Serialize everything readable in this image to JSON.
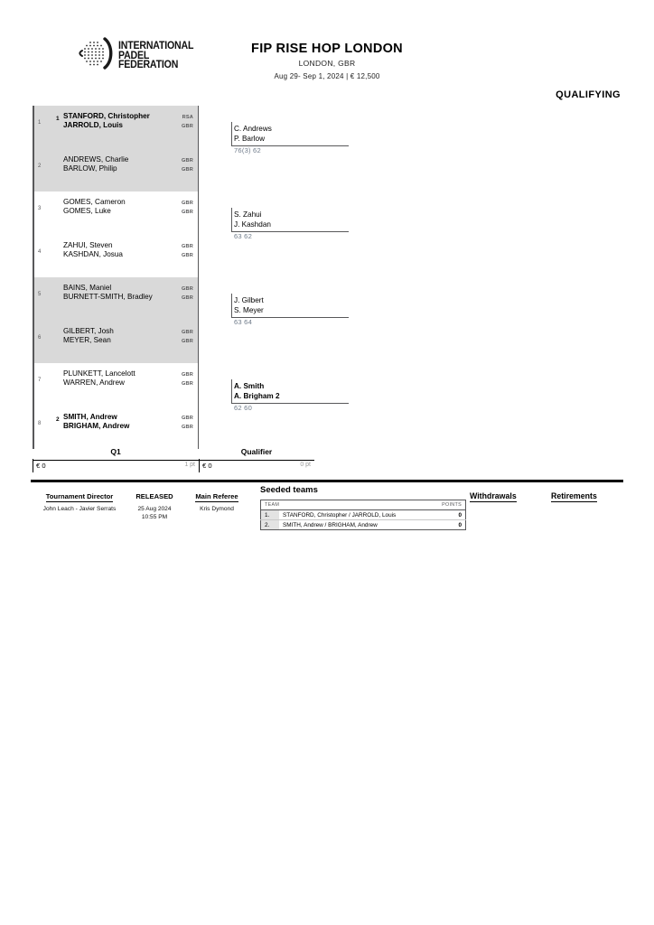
{
  "header": {
    "logo_line1": "INTERNATIONAL",
    "logo_line2": "PADEL",
    "logo_line3": "FEDERATION",
    "title": "FIP RISE HOP LONDON",
    "location": "LONDON, GBR",
    "dates_prize": "Aug 29- Sep 1, 2024  |  € 12,500",
    "section_label": "QUALIFYING"
  },
  "draw": {
    "blocks": [
      {
        "shaded": true,
        "top": {
          "num": "1",
          "seed": "1",
          "bold": true,
          "player1": "STANFORD, Christopher",
          "player2": "JARROLD, Louis",
          "country1": "RSA",
          "country2": "GBR"
        },
        "bottom": {
          "num": "2",
          "seed": "",
          "bold": false,
          "player1": "ANDREWS, Charlie",
          "player2": "BARLOW, Philip",
          "country1": "GBR",
          "country2": "GBR"
        },
        "winner": {
          "bold": false,
          "line1": "C. Andrews",
          "line2": "P. Barlow",
          "score": "76(3) 62"
        }
      },
      {
        "shaded": false,
        "top": {
          "num": "3",
          "seed": "",
          "bold": false,
          "player1": "GOMES, Cameron",
          "player2": "GOMES, Luke",
          "country1": "GBR",
          "country2": "GBR"
        },
        "bottom": {
          "num": "4",
          "seed": "",
          "bold": false,
          "player1": "ZAHUI, Steven",
          "player2": "KASHDAN, Josua",
          "country1": "GBR",
          "country2": "GBR"
        },
        "winner": {
          "bold": false,
          "line1": "S. Zahui",
          "line2": "J. Kashdan",
          "score": "63 62"
        }
      },
      {
        "shaded": true,
        "top": {
          "num": "5",
          "seed": "",
          "bold": false,
          "player1": "BAINS, Maniel",
          "player2": "BURNETT-SMITH, Bradley",
          "country1": "GBR",
          "country2": "GBR"
        },
        "bottom": {
          "num": "6",
          "seed": "",
          "bold": false,
          "player1": "GILBERT, Josh",
          "player2": "MEYER, Sean",
          "country1": "GBR",
          "country2": "GBR"
        },
        "winner": {
          "bold": false,
          "line1": "J. Gilbert",
          "line2": "S. Meyer",
          "score": "63 64"
        }
      },
      {
        "shaded": false,
        "top": {
          "num": "7",
          "seed": "",
          "bold": false,
          "player1": "PLUNKETT, Lancelott",
          "player2": "WARREN, Andrew",
          "country1": "GBR",
          "country2": "GBR"
        },
        "bottom": {
          "num": "8",
          "seed": "2",
          "bold": true,
          "player1": "SMITH, Andrew",
          "player2": "BRIGHAM, Andrew",
          "country1": "GBR",
          "country2": "GBR"
        },
        "winner": {
          "bold": true,
          "line1": "A. Smith",
          "line2": "A. Brigham  2",
          "score": "62 60"
        }
      }
    ]
  },
  "prize_row": {
    "columns": [
      {
        "label": "Q1",
        "money": "€ 0",
        "points": "1 pt"
      },
      {
        "label": "Qualifier",
        "money": "€ 0",
        "points": "0 pt"
      }
    ]
  },
  "footer": {
    "tournament_director": {
      "label": "Tournament Director",
      "value": "John Leach - Javier Serrats"
    },
    "released": {
      "label": "RELEASED",
      "date": "25 Aug 2024",
      "time": "10:55 PM"
    },
    "main_referee": {
      "label": "Main Referee",
      "value": "Kris Dymond"
    },
    "seeded_teams": {
      "title": "Seeded teams",
      "col_team": "TEAM",
      "col_points": "POINTS",
      "rows": [
        {
          "idx": "1.",
          "team": "STANFORD, Christopher / JARROLD, Louis",
          "points": "0"
        },
        {
          "idx": "2.",
          "team": "SMITH, Andrew / BRIGHAM, Andrew",
          "points": "0"
        }
      ]
    },
    "withdrawals": {
      "label": "Withdrawals"
    },
    "retirements": {
      "label": "Retirements"
    }
  }
}
